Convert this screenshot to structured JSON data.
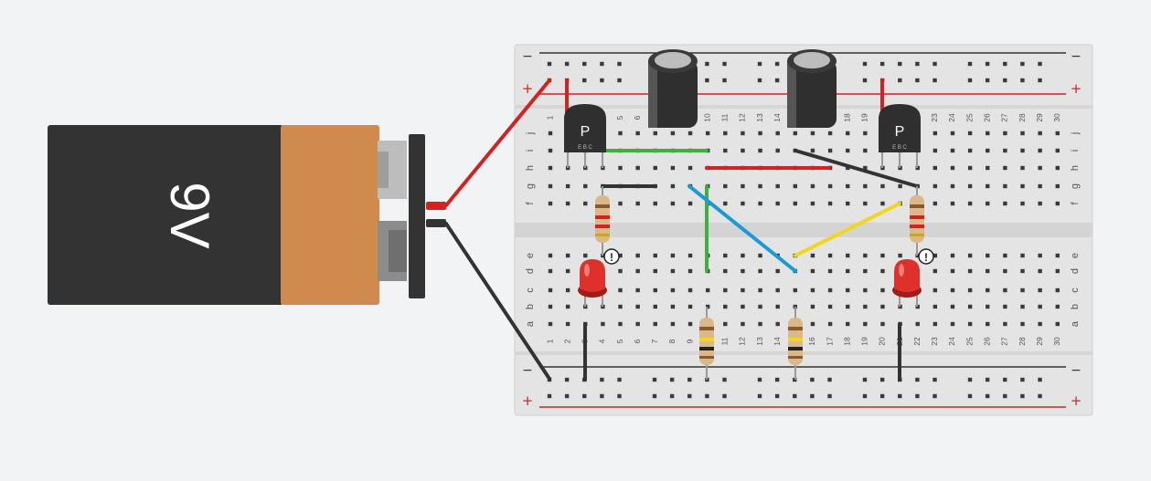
{
  "battery": {
    "label": "9V"
  },
  "breadboard": {
    "columns": [
      "1",
      "2",
      "3",
      "4",
      "5",
      "6",
      "7",
      "8",
      "9",
      "10",
      "11",
      "12",
      "13",
      "14",
      "15",
      "16",
      "17",
      "18",
      "19",
      "20",
      "21",
      "22",
      "23",
      "24",
      "25",
      "26",
      "27",
      "28",
      "29",
      "30"
    ],
    "rows_top": [
      "j",
      "i",
      "h",
      "g",
      "f"
    ],
    "rows_bottom": [
      "e",
      "d",
      "c",
      "b",
      "a"
    ],
    "rail_minus": "−",
    "rail_plus": "+"
  },
  "transistors": [
    {
      "mark": "P",
      "pins": "E B C"
    },
    {
      "mark": "P",
      "pins": "E B C"
    }
  ],
  "warnings": [
    {
      "mark": "!"
    },
    {
      "mark": "!"
    }
  ],
  "colors": {
    "wire_red": "#d32222",
    "wire_black": "#333333",
    "wire_green": "#3cb23c",
    "wire_blue": "#1a9ad6",
    "wire_yellow": "#f2d61b",
    "battery_body": "#333333",
    "battery_band": "#d08a4e",
    "led": "#e0302a",
    "board": "#e4e4e4"
  }
}
